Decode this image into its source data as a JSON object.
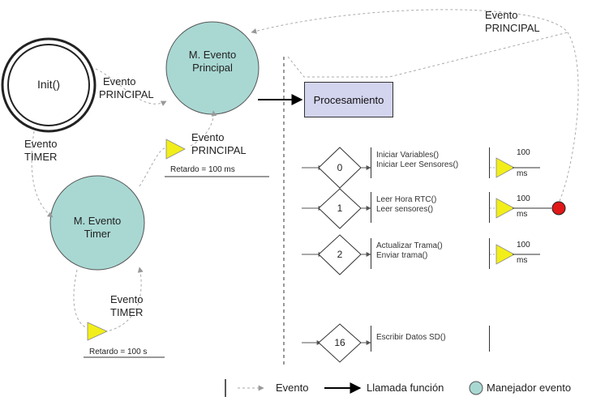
{
  "nodes": {
    "init": "Init()",
    "main_handler": [
      "M. Evento",
      "Principal"
    ],
    "timer_handler": [
      "M. Evento",
      "Timer"
    ],
    "processing": "Procesamiento"
  },
  "edge_labels": {
    "top_right": [
      "Evento",
      "PRINCIPAL"
    ],
    "init_to_main": [
      "Evento",
      "PRINCIPAL"
    ],
    "init_to_timer": [
      "Evento",
      "TIMER"
    ],
    "timer_to_main": [
      "Evento",
      "PRINCIPAL"
    ],
    "timer_self": [
      "Evento",
      "TIMER"
    ]
  },
  "delays": {
    "main": "Retardo = 100 ms",
    "timer": "Retardo = 100 s"
  },
  "states": [
    {
      "id": "0",
      "actions": [
        "Iniciar Variables()",
        "Iniciar Leer Sensores()"
      ],
      "delay": [
        "100",
        "ms"
      ]
    },
    {
      "id": "1",
      "actions": [
        "Leer Hora RTC()",
        "Leer sensores()"
      ],
      "delay": [
        "100",
        "ms"
      ]
    },
    {
      "id": "2",
      "actions": [
        "Actualizar Trama()",
        "Enviar trama()"
      ],
      "delay": [
        "100",
        "ms"
      ]
    },
    {
      "id": "16",
      "actions": [
        "Escribir Datos SD()"
      ],
      "delay": null
    }
  ],
  "legend": {
    "event": "Evento",
    "function_call": "Llamada función",
    "event_handler": "Manejador evento"
  },
  "colors": {
    "handler_fill": "#a9d8d3",
    "processing_fill": "#d3d4ee",
    "delay_triangle": "#f2ee1a",
    "stop_dot": "#e01818"
  }
}
